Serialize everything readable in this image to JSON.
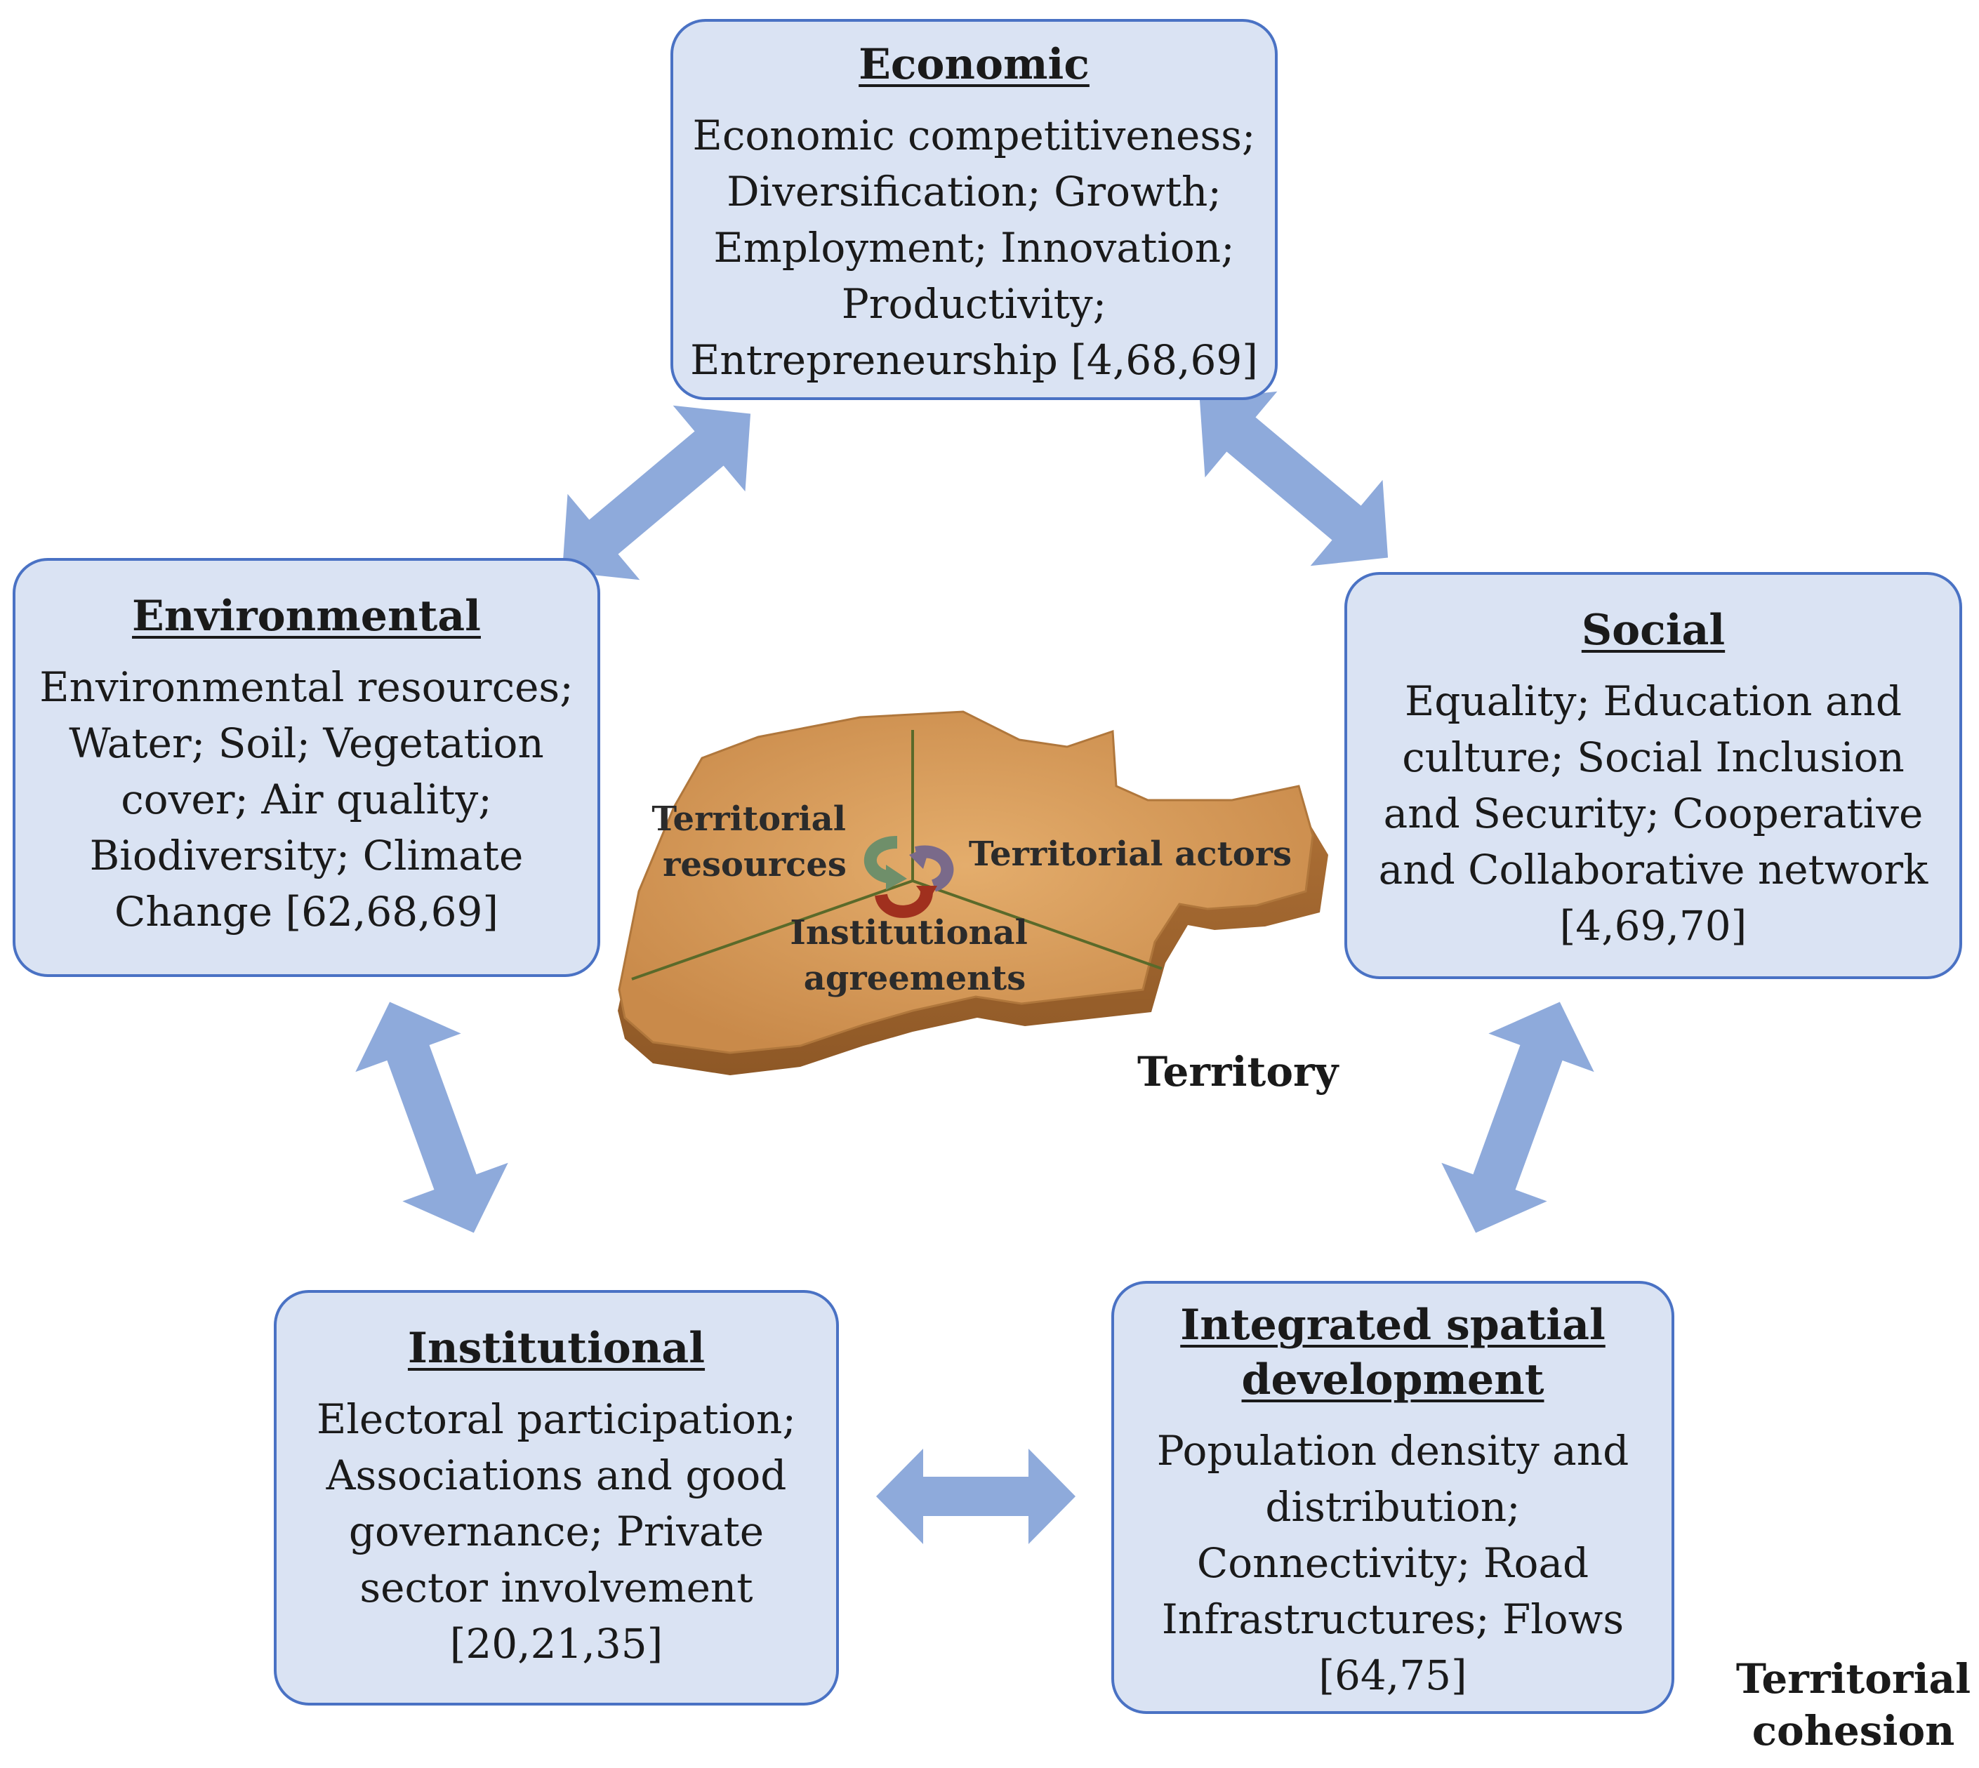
{
  "boxes": {
    "economic": {
      "title": "Economic",
      "lines": [
        "Economic competitiveness;",
        "Diversification; Growth;",
        "Employment; Innovation;",
        "Productivity;",
        "Entrepreneurship [4,68,69]"
      ]
    },
    "environmental": {
      "title": "Environmental",
      "lines": [
        "Environmental resources;",
        "Water; Soil; Vegetation",
        "cover; Air quality;",
        "Biodiversity; Climate",
        "Change [62,68,69]"
      ]
    },
    "social": {
      "title": "Social",
      "lines": [
        "Equality; Education and",
        "culture; Social Inclusion",
        "and Security; Cooperative",
        "and Collaborative network",
        "[4,69,70]"
      ]
    },
    "institutional": {
      "title": "Institutional",
      "lines": [
        "Electoral participation;",
        "Associations and good",
        "governance; Private",
        "sector involvement",
        "[20,21,35]"
      ]
    },
    "spatial": {
      "title_lines": [
        "Integrated spatial",
        "development"
      ],
      "lines": [
        "Population density and",
        "distribution;",
        "Connectivity; Road",
        "Infrastructures; Flows",
        "[64,75]"
      ]
    }
  },
  "territory": {
    "label": "Territory",
    "sections": {
      "resources": [
        "Territorial",
        "resources"
      ],
      "actors": "Territorial actors",
      "agreements": [
        "Institutional",
        "agreements"
      ]
    }
  },
  "cohesion_label": [
    "Territorial",
    "cohesion"
  ],
  "colors": {
    "box_fill": "#dae3f3",
    "box_border": "#4a72c4",
    "arrow": "#8eaadb",
    "territory": "#d9a060",
    "cycle_green": "#6f8f6a",
    "cycle_purple": "#7a6a8a",
    "cycle_red": "#a0301e"
  }
}
